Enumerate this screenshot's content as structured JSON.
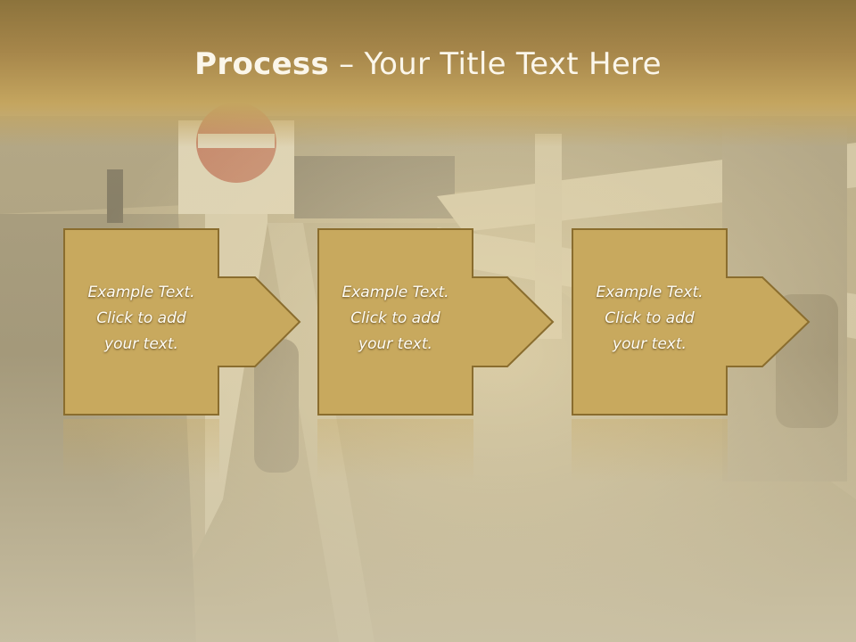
{
  "slide": {
    "title_bold": "Process",
    "title_rest": " – Your Title Text Here"
  },
  "steps": [
    {
      "text_lines": [
        "Example Text.",
        "Click  to add",
        "your text."
      ]
    },
    {
      "text_lines": [
        "Example Text.",
        "Click  to add",
        "your text."
      ]
    },
    {
      "text_lines": [
        "Example Text.",
        "Click  to add",
        "your text."
      ]
    }
  ],
  "colors": {
    "title_band": "#a6864a",
    "box_fill": "#c8a95e",
    "box_border": "#8a6d2e",
    "text": "#fffdf5"
  }
}
